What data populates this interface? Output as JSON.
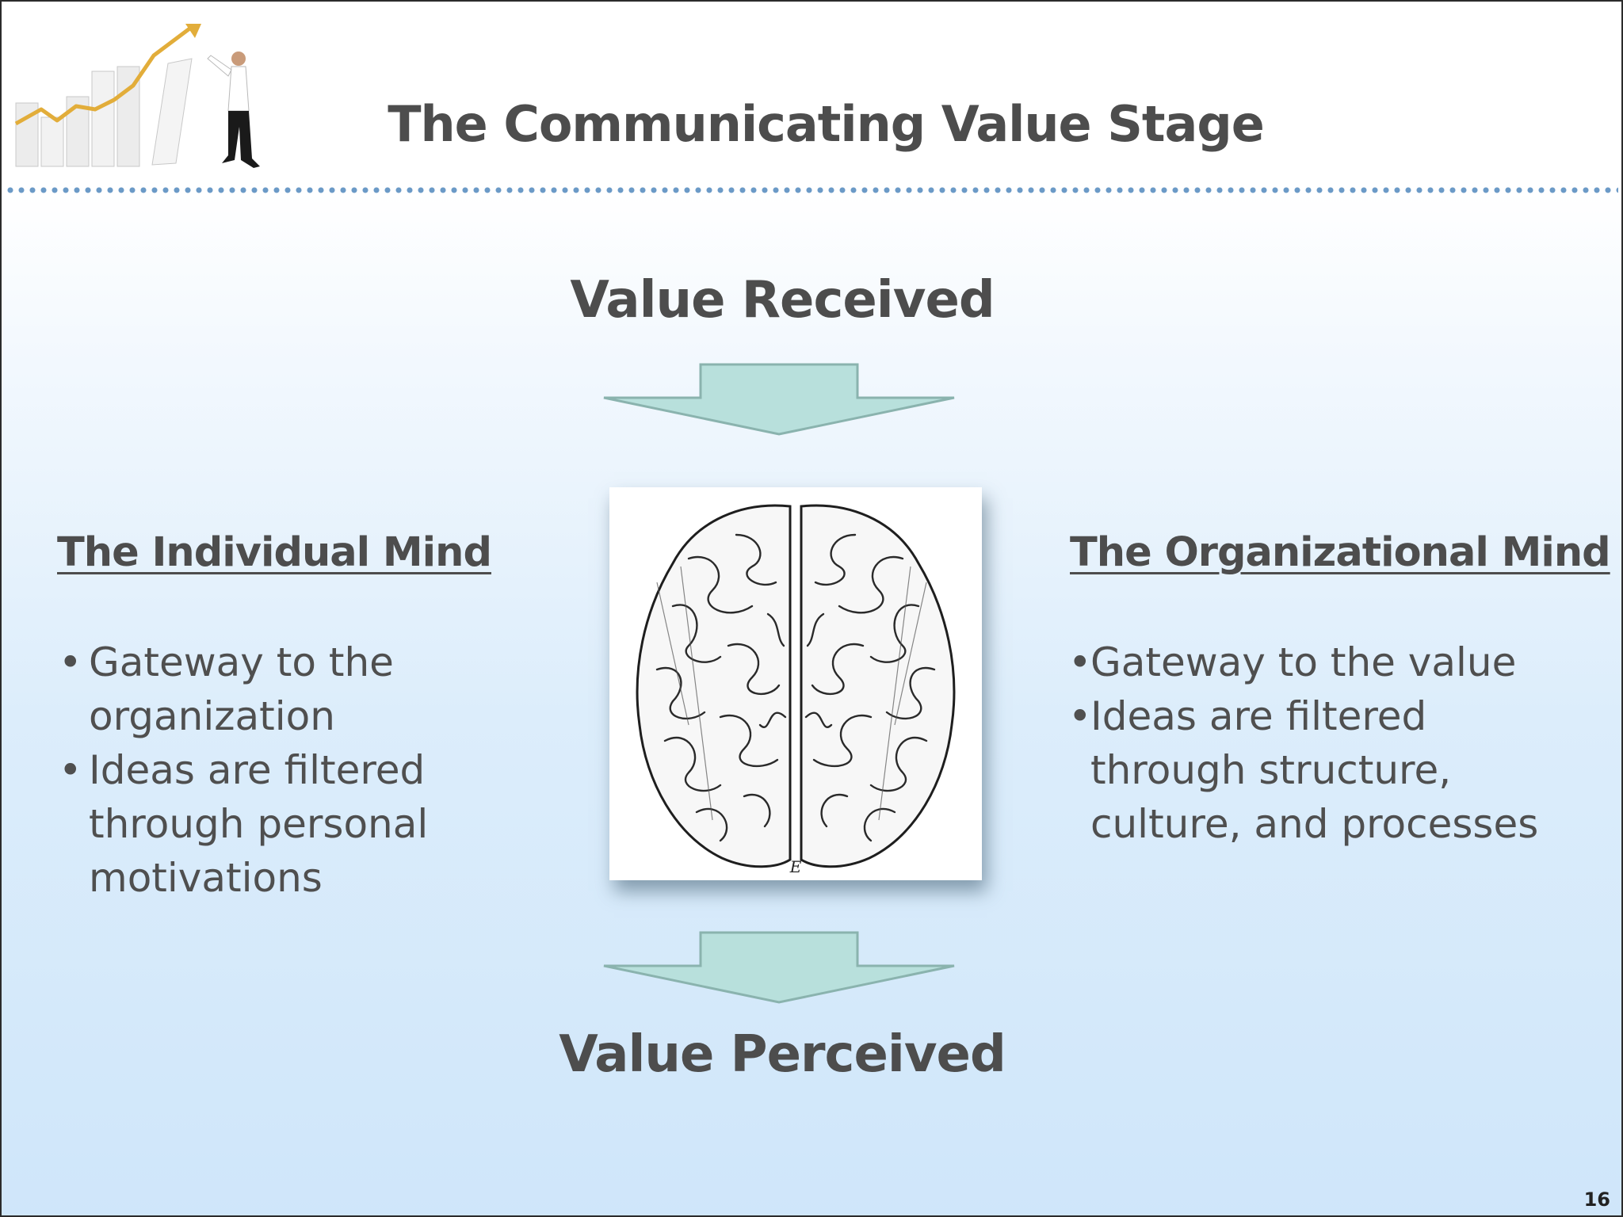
{
  "slide": {
    "title": "The Communicating Value Stage",
    "page_number": "16"
  },
  "flow": {
    "top_label": "Value Received",
    "bottom_label": "Value Perceived"
  },
  "brain_image": {
    "caption_letter": "E"
  },
  "individual_mind": {
    "heading": "The Individual Mind",
    "bullets": [
      "Gateway to the organization",
      "Ideas are filtered through personal motivations"
    ]
  },
  "organizational_mind": {
    "heading": "The Organizational Mind",
    "bullets": [
      "Gateway to the value",
      "Ideas are filtered through structure, culture, and processes"
    ]
  },
  "colors": {
    "title_text": "#4d4d4d",
    "body_text": "#4f4f4f",
    "divider_dots": "#6b9ac7",
    "arrow_fill": "#b8e0dc",
    "arrow_stroke": "#8ab3ae",
    "chart_arrow": "#e8b84a"
  }
}
